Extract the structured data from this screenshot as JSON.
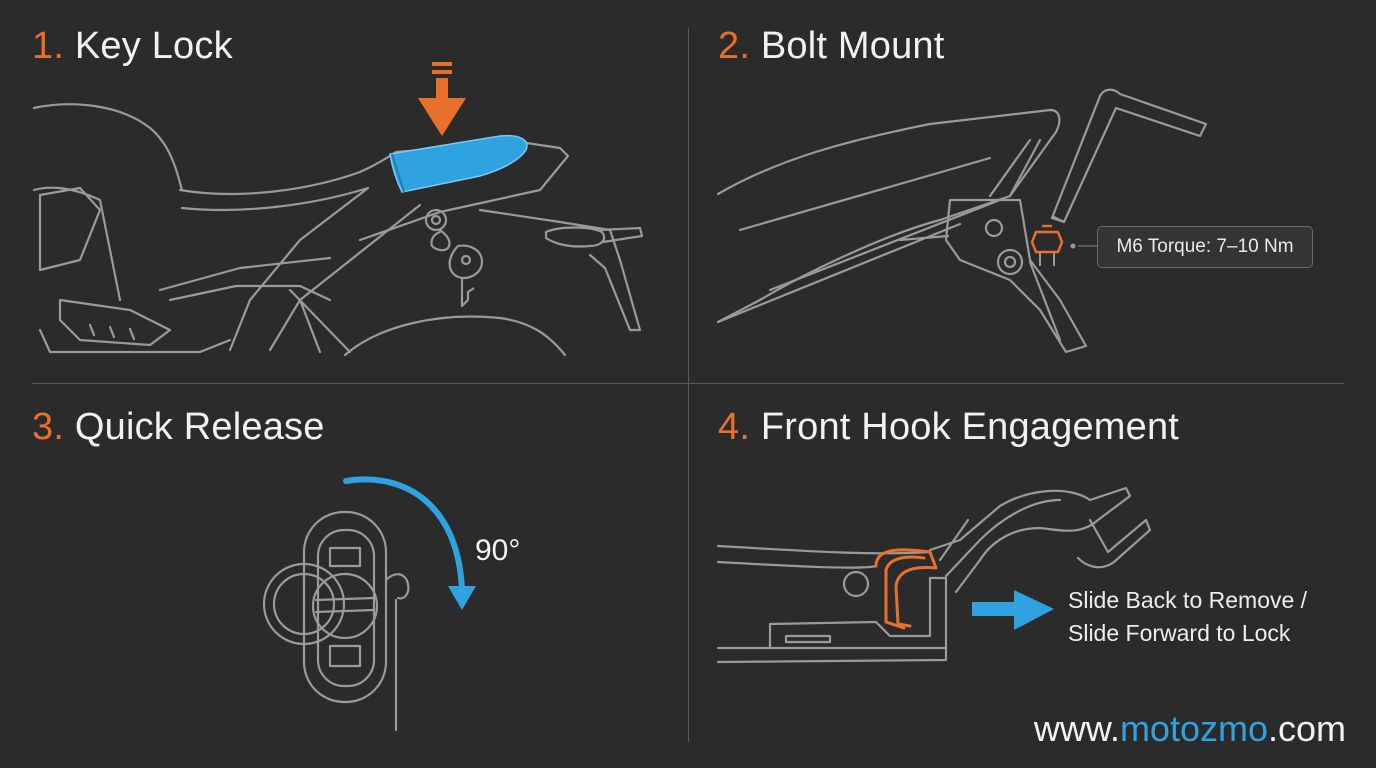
{
  "panels": [
    {
      "number": "1.",
      "title": "Key Lock"
    },
    {
      "number": "2.",
      "title": "Bolt Mount"
    },
    {
      "number": "3.",
      "title": "Quick Release"
    },
    {
      "number": "4.",
      "title": "Front Hook Engagement"
    }
  ],
  "callouts": {
    "torque": "M6 Torque: 7–10 Nm",
    "rotation_angle": "90°",
    "slide_line_1": "Slide Back to Remove /",
    "slide_line_2": "Slide Forward to Lock"
  },
  "website": {
    "prefix": "www.",
    "brand": "motozmo",
    "suffix": ".com"
  },
  "colors": {
    "background": "#2b2b2b",
    "line_art": "#9a9a9a",
    "accent_orange": "#e8702a",
    "accent_blue": "#2ea3e0"
  },
  "icons": [
    "down-arrow-icon",
    "key-icon",
    "hex-key-icon",
    "rotate-arrow-icon",
    "right-arrow-icon"
  ]
}
